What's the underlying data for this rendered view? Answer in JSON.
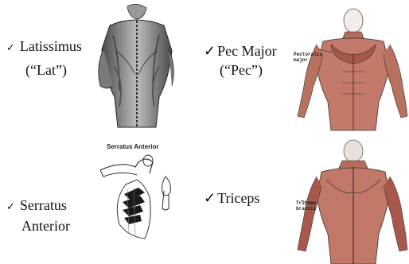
{
  "slide": {
    "items": [
      {
        "check": "✓",
        "line1": "Latissimus",
        "line2": "(“Lat”)"
      },
      {
        "check": "✓",
        "line1": "Pec Major",
        "line2": "(“Pec”)"
      },
      {
        "check": "✓",
        "line1": "Serratus",
        "line2": "Anterior"
      },
      {
        "check": "✓",
        "line1": "Triceps"
      }
    ],
    "figures": {
      "pec_label_1": "Pectoralis",
      "pec_label_2": "major",
      "serratus_title": "Serratus Anterior",
      "triceps_label_1": "Triceps",
      "triceps_label_2": "brachii"
    }
  }
}
